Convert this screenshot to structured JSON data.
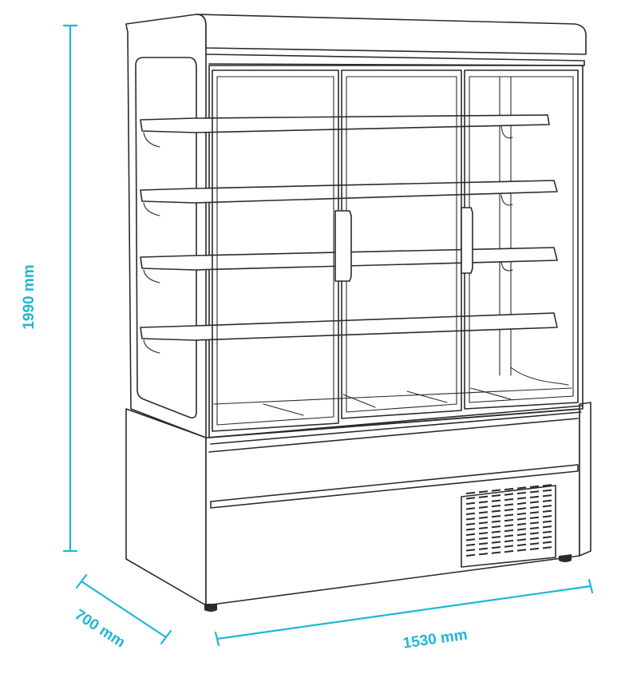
{
  "dimensions": {
    "height": "1990 mm",
    "depth": "700 mm",
    "width": "1530 mm"
  },
  "colors": {
    "dimension_line": "#1fb7d6",
    "outline": "#2b2b2b",
    "background": "#ffffff"
  }
}
